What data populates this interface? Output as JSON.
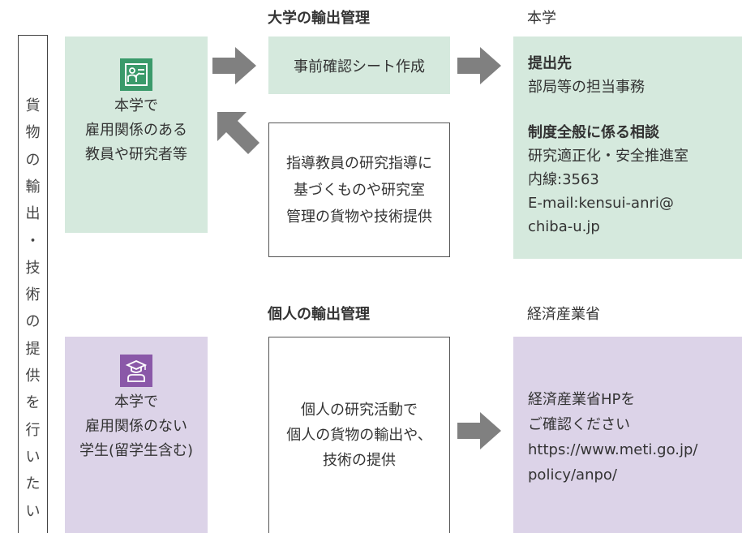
{
  "colors": {
    "green_box": "#d5e9dd",
    "purple_box": "#dcd3e8",
    "green_icon": "#3a9a6a",
    "purple_icon": "#8a58a8",
    "arrow": "#808080"
  },
  "vertical_label": [
    "貨",
    "物",
    "の",
    "輸",
    "出",
    "・",
    "技",
    "術",
    "の",
    "提",
    "供",
    "を",
    "行",
    "い",
    "た",
    "い"
  ],
  "headers": {
    "univ_export": "大学の輸出管理",
    "honbu": "本学",
    "personal_export": "個人の輸出管理",
    "meti": "経済産業省"
  },
  "employed": {
    "icon": "teacher-icon",
    "lines": [
      "本学で",
      "雇用関係のある",
      "教員や研究者等"
    ]
  },
  "not_employed": {
    "icon": "graduate-icon",
    "lines": [
      "本学で",
      "雇用関係のない",
      "学生(留学生含む)"
    ]
  },
  "precheck": "事前確認シート作成",
  "guidance": [
    "指導教員の研究指導に",
    "基づくものや研究室",
    "管理の貨物や技術提供"
  ],
  "personal": [
    "個人の研究活動で",
    "個人の貨物の輸出や、",
    "技術の提供"
  ],
  "contact": {
    "submit_title": "提出先",
    "submit_value": "部局等の担当事務",
    "consult_title": "制度全般に係る相談",
    "consult_lines": [
      "研究適正化・安全推進室",
      "内線:3563",
      "E-mail:kensui-anri@",
      "chiba-u.jp"
    ]
  },
  "meti_box": [
    "経済産業省HPを",
    "ご確認ください",
    "https://www.meti.go.jp/",
    "policy/anpo/"
  ]
}
